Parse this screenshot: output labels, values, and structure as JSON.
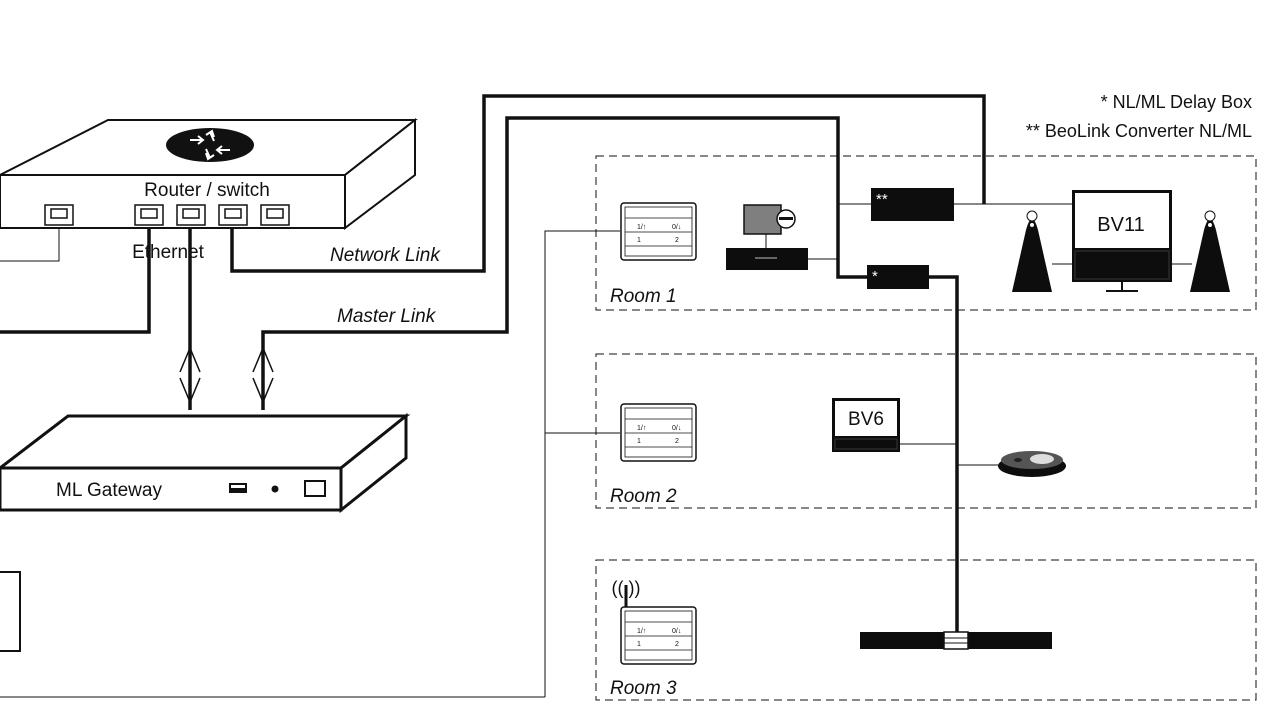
{
  "legend": {
    "delay_box": "* NL/ML Delay Box",
    "converter": "** BeoLink Converter NL/ML"
  },
  "devices": {
    "router": "Router / switch",
    "gateway": "ML Gateway",
    "bv11": "BV11",
    "bv6": "BV6",
    "converter_mark": "**",
    "delay_mark": "*"
  },
  "links": {
    "ethernet": "Ethernet",
    "network_link": "Network Link",
    "master_link": "Master Link"
  },
  "rooms": {
    "room1": "Room 1",
    "room2": "Room 2",
    "room3": "Room 3"
  },
  "keypad": {
    "top_left": "1/↑",
    "top_right": "0/↓",
    "bottom_left": "1",
    "bottom_right": "2"
  },
  "wireless_symbol": "(( ))",
  "colors": {
    "line": "#111111",
    "fill_dark": "#0d0d0d",
    "screen_grey": "#7f7f7f",
    "background": "#ffffff"
  }
}
